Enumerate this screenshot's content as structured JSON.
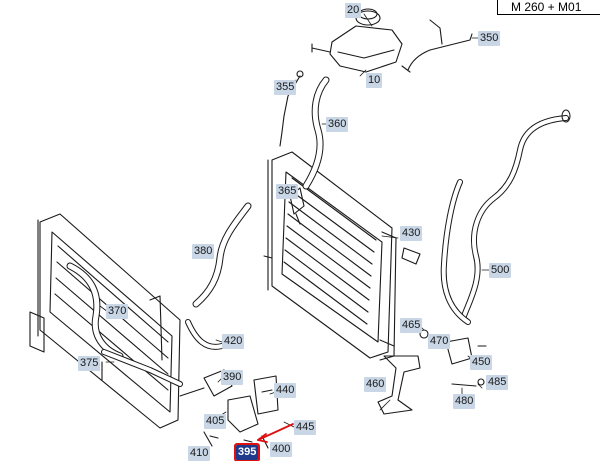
{
  "model_code": "M 260 + M01",
  "colors": {
    "label_bg": "#c8d6e6",
    "selected_bg": "#1f3a8a",
    "arrow": "#e01010",
    "line": "#1a1a1a"
  },
  "labels": {
    "l20": "20",
    "l10": "10",
    "l350": "350",
    "l355": "355",
    "l360": "360",
    "l365": "365",
    "l380": "380",
    "l430": "430",
    "l500": "500",
    "l370": "370",
    "l420": "420",
    "l465": "465",
    "l470": "470",
    "l375": "375",
    "l390": "390",
    "l450": "450",
    "l440": "440",
    "l460": "460",
    "l485": "485",
    "l480": "480",
    "l405": "405",
    "l445": "445",
    "l410": "410",
    "l395": "395",
    "l400": "400"
  },
  "selected_part": "395"
}
